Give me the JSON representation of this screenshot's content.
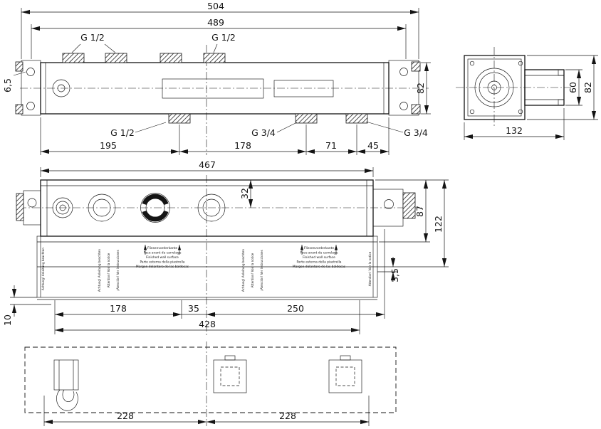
{
  "page": {
    "background": "#ffffff",
    "line_color": "#141414"
  },
  "top_view": {
    "dim_overall": "504",
    "dim_body": "489",
    "dim_hole": "6,5",
    "dim_height": "82",
    "port_top_1": "G 1/2",
    "port_top_2": "G 1/2",
    "port_bottom_1": "G 1/2",
    "port_bottom_2": "G 3/4",
    "port_bottom_3": "G 3/4",
    "dim_seg_1": "195",
    "dim_seg_2": "178",
    "dim_seg_3": "71",
    "dim_seg_4": "45"
  },
  "side_view": {
    "dim_spigot_height": "60",
    "dim_height": "82",
    "dim_depth": "132"
  },
  "front_view": {
    "dim_width": "467",
    "dim_axis_offset": "32",
    "dim_wall_min": "87",
    "dim_wall_max": "122",
    "dim_tile": "3,5",
    "dim_bottom_edge": "10",
    "dim_seg_1": "178",
    "dim_seg_2": "35",
    "dim_seg_3": "250",
    "dim_span": "428",
    "wall_lines": [
      "Fliesenvorderkante",
      "Face avant du carrelage",
      "Finished wall surface",
      "Parte esterna della piastrella",
      "Margen delantero de las baldosas"
    ],
    "warnings": [
      "Achtung! Anleitung beachten",
      "Attention! Voir la notice",
      "¡Atención! Ver instrucciones"
    ]
  },
  "plan_view": {
    "dim_left": "228",
    "dim_right": "228"
  }
}
